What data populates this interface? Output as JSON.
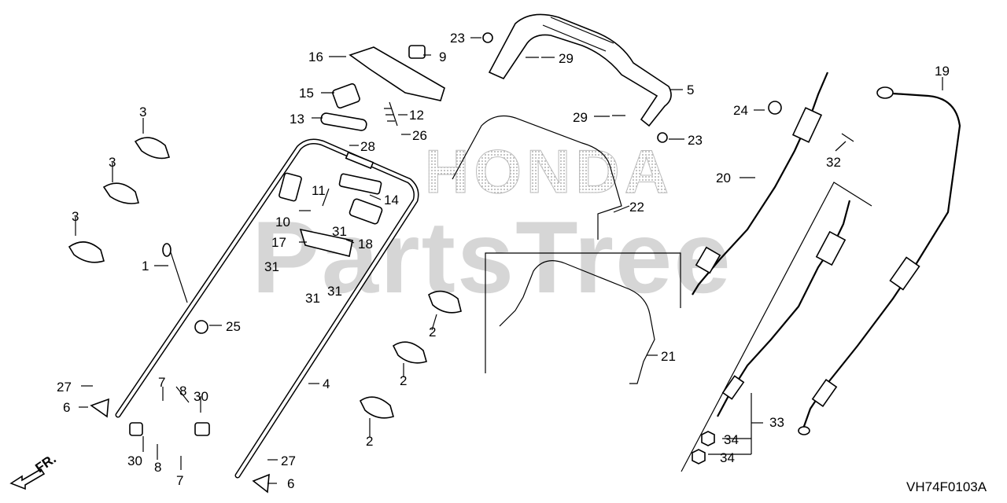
{
  "watermark": {
    "brand": "HONDA",
    "site": "PartsTree"
  },
  "diagram_code": "VH74F0103A",
  "direction_label": "FR.",
  "callouts": [
    {
      "id": "c1",
      "text": "1"
    },
    {
      "id": "c2a",
      "text": "2"
    },
    {
      "id": "c2b",
      "text": "2"
    },
    {
      "id": "c2c",
      "text": "2"
    },
    {
      "id": "c3a",
      "text": "3"
    },
    {
      "id": "c3b",
      "text": "3"
    },
    {
      "id": "c3c",
      "text": "3"
    },
    {
      "id": "c4",
      "text": "4"
    },
    {
      "id": "c5",
      "text": "5"
    },
    {
      "id": "c6a",
      "text": "6"
    },
    {
      "id": "c6b",
      "text": "6"
    },
    {
      "id": "c7a",
      "text": "7"
    },
    {
      "id": "c7b",
      "text": "7"
    },
    {
      "id": "c8a",
      "text": "8"
    },
    {
      "id": "c8b",
      "text": "8"
    },
    {
      "id": "c9",
      "text": "9"
    },
    {
      "id": "c10",
      "text": "10"
    },
    {
      "id": "c11",
      "text": "11"
    },
    {
      "id": "c12",
      "text": "12"
    },
    {
      "id": "c13",
      "text": "13"
    },
    {
      "id": "c14",
      "text": "14"
    },
    {
      "id": "c15",
      "text": "15"
    },
    {
      "id": "c16",
      "text": "16"
    },
    {
      "id": "c17",
      "text": "17"
    },
    {
      "id": "c18",
      "text": "18"
    },
    {
      "id": "c19",
      "text": "19"
    },
    {
      "id": "c20",
      "text": "20"
    },
    {
      "id": "c21",
      "text": "21"
    },
    {
      "id": "c22",
      "text": "22"
    },
    {
      "id": "c23a",
      "text": "23"
    },
    {
      "id": "c23b",
      "text": "23"
    },
    {
      "id": "c24",
      "text": "24"
    },
    {
      "id": "c25",
      "text": "25"
    },
    {
      "id": "c26",
      "text": "26"
    },
    {
      "id": "c27a",
      "text": "27"
    },
    {
      "id": "c27b",
      "text": "27"
    },
    {
      "id": "c28",
      "text": "28"
    },
    {
      "id": "c29a",
      "text": "29"
    },
    {
      "id": "c29b",
      "text": "29"
    },
    {
      "id": "c30a",
      "text": "30"
    },
    {
      "id": "c30b",
      "text": "30"
    },
    {
      "id": "c31a",
      "text": "31"
    },
    {
      "id": "c31b",
      "text": "31"
    },
    {
      "id": "c31c",
      "text": "31"
    },
    {
      "id": "c31d",
      "text": "31"
    },
    {
      "id": "c32",
      "text": "32"
    },
    {
      "id": "c33",
      "text": "33"
    },
    {
      "id": "c34a",
      "text": "34"
    },
    {
      "id": "c34b",
      "text": "34"
    }
  ]
}
